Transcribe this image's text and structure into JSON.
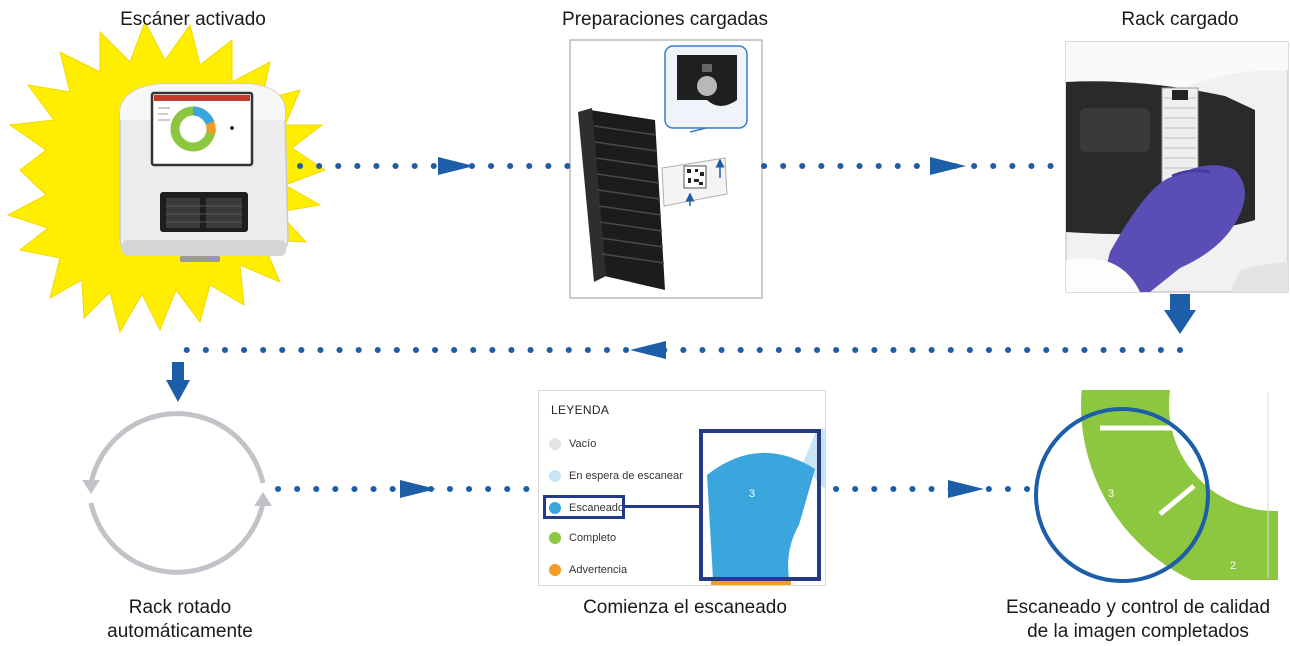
{
  "captions": {
    "scanner_on": "Escáner activado",
    "slides_loaded": "Preparaciones cargadas",
    "rack_loaded": "Rack cargado",
    "rack_rotated_1": "Rack rotado",
    "rack_rotated_2": "automáticamente",
    "scan_starts": "Comienza el escaneado",
    "qc_done_1": "Escaneado y control de calidad",
    "qc_done_2": "de la imagen completados"
  },
  "legend": {
    "title": "LEYENDA",
    "items": [
      {
        "label": "Vacío",
        "color": "#e3e3e3"
      },
      {
        "label": "En espera de escanear",
        "color": "#c9e4f5"
      },
      {
        "label": "Escaneado",
        "color": "#3aa6dd"
      },
      {
        "label": "Completo",
        "color": "#8dc63f"
      },
      {
        "label": "Advertencia",
        "color": "#f29b25"
      }
    ]
  },
  "segments": {
    "scanning_number": "3",
    "complete_number_a": "3",
    "complete_number_b": "2"
  },
  "colors": {
    "arrow_blue": "#1c5ea8",
    "highlight_navy": "#253a85",
    "sunburst": "#ffee00",
    "rotate_grey": "#c2c2c8"
  }
}
